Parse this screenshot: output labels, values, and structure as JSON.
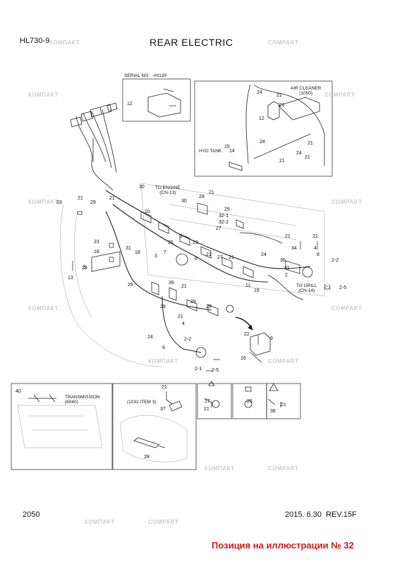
{
  "header": {
    "model": "HL730-9",
    "title": "REAR ELECTRIC"
  },
  "footer": {
    "page": "2050",
    "date_rev": "2015. 6.30  REV.15F",
    "caption": "Позиция на иллюстрации № 32"
  },
  "watermark": [
    "КОМПАКТ",
    "COMPART"
  ],
  "notes": {
    "serial": "SERIAL NO : -#0139",
    "air_cleaner": "AIR CLEANER\n(1050)",
    "hyd_tank": "HYD TANK",
    "to_engine": "TO ENGINE\n(CN-13)",
    "to_grill": "TO GRILL\n(CN-14)",
    "transmission": "TRANSMISSION\n(6040)",
    "item3": "(1032 ITEM 3)"
  },
  "callouts": {
    "c12a": "12",
    "c24a": "24",
    "c21a": "21",
    "c21b": "21",
    "c12b": "12",
    "c24b": "24",
    "c24c": "24",
    "c21c": "21",
    "c21d": "21",
    "c21e": "21",
    "c15": "15",
    "c14": "14",
    "c30a": "30",
    "c33": "33",
    "c21f": "21",
    "c29a": "29",
    "c21g": "21",
    "c10": "10",
    "c30b": "30",
    "c29b": "29",
    "c21h": "21",
    "c25": "25",
    "c32_1": "32-1",
    "c32_2": "32-2",
    "c27a": "27",
    "c23a": "23",
    "c18": "18",
    "c23b": "23",
    "c13": "13",
    "c5": "5",
    "c31": "31",
    "c18b": "18",
    "c35": "35",
    "c1": "1",
    "c7": "7",
    "c3": "3",
    "c29c": "29",
    "c6": "6",
    "c21i": "21",
    "c27b": "27",
    "c21j": "21",
    "c21k": "21",
    "c21l": "21",
    "c34": "34",
    "c4a": "4",
    "c8": "8",
    "c24d": "24",
    "c36": "36",
    "c41": "41",
    "c2": "2",
    "c2_2a": "2-2",
    "c11": "11",
    "c19": "19",
    "c2_1a": "2-1",
    "c2_5a": "2-5",
    "c29d": "29",
    "c39": "39",
    "c21m": "21",
    "c29e": "29",
    "c29f": "29",
    "c21n": "21",
    "c4b": "4",
    "c24e": "24",
    "c8b": "8",
    "c2_2b": "2-2",
    "c2_1b": "2-1",
    "c2_5b": "2-5",
    "c22": "22",
    "c9": "9",
    "c16": "16",
    "c40": "40",
    "c21o": "21",
    "c37": "37",
    "c28": "28",
    "c21p": "21",
    "c17": "17",
    "c26": "26",
    "c21q": "21",
    "c38": "38",
    "c29g": "29"
  }
}
